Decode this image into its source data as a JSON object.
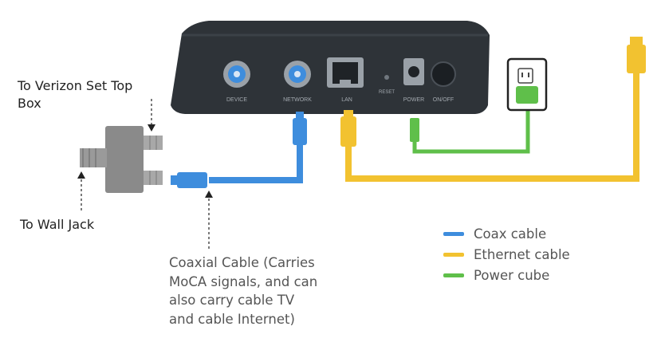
{
  "device": {
    "ports": [
      "DEVICE",
      "NETWORK",
      "LAN",
      "RESET",
      "POWER",
      "ON/OFF"
    ]
  },
  "callouts": {
    "set_top_box": [
      "To Verizon Set Top",
      "Box"
    ],
    "wall_jack": "To Wall Jack"
  },
  "caption": [
    "Coaxial Cable (Carries",
    "MoCA signals, and can",
    "also carry cable TV",
    "and cable Internet)"
  ],
  "legend": [
    {
      "label": "Coax cable",
      "color": "#3e8ddd"
    },
    {
      "label": "Ethernet cable",
      "color": "#f2c230"
    },
    {
      "label": "Power cube",
      "color": "#5fbf4a"
    }
  ],
  "colors": {
    "coax": "#3e8ddd",
    "ethernet": "#f2c230",
    "power": "#5fbf4a",
    "device_body": "#2e3338",
    "splitter": "#8a8a8a"
  }
}
